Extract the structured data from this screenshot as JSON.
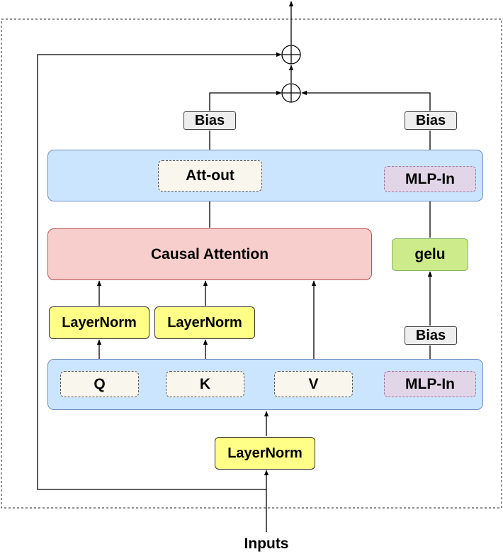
{
  "colors": {
    "panel_fill": "#cce5ff",
    "panel_border": "#6c8ebf",
    "attention_fill": "#f8cecc",
    "layernorm_fill": "#ffff88",
    "gelu_fill": "#cdeb8b",
    "mlp_in_fill": "#e1d5e7",
    "qkv_fill": "#f9f7ed",
    "bias_fill": "#eeeeee",
    "line": "#000000"
  },
  "nodes": {
    "q": "Q",
    "k": "K",
    "v": "V",
    "mlp_in_bottom": "MLP-In",
    "mlp_in_top": "MLP-In",
    "layernorm_input": "LayerNorm",
    "layernorm_q": "LayerNorm",
    "layernorm_k": "LayerNorm",
    "causal_attention": "Causal Attention",
    "gelu": "gelu",
    "att_out": "Att-out",
    "bias_att": "Bias",
    "bias_mlp_top": "Bias",
    "bias_mlp_mid": "Bias",
    "inputs": "Inputs"
  },
  "icons": {
    "sum": "circled-plus-icon"
  }
}
